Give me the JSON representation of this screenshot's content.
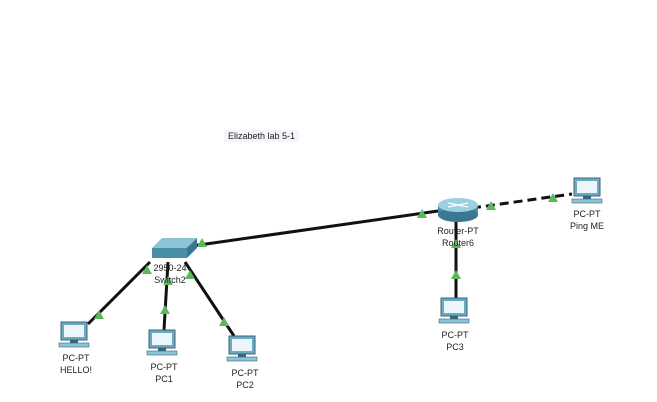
{
  "note": "Elizabeth lab 5-1",
  "colors": {
    "link": "#111111",
    "port_up": "#5cb85c",
    "device": "#4a8fa8"
  },
  "devices": [
    {
      "id": "switch",
      "model": "2950-24",
      "name": "Switch2",
      "icon": "switch-icon"
    },
    {
      "id": "router",
      "model": "Router-PT",
      "name": "Router6",
      "icon": "router-icon"
    },
    {
      "id": "pingme",
      "model": "PC-PT",
      "name": "Ping ME",
      "icon": "pc-icon"
    },
    {
      "id": "pc3",
      "model": "PC-PT",
      "name": "PC3",
      "icon": "pc-icon"
    },
    {
      "id": "hello",
      "model": "PC-PT",
      "name": "HELLO!",
      "icon": "pc-icon"
    },
    {
      "id": "pc1",
      "model": "PC-PT",
      "name": "PC1",
      "icon": "pc-icon"
    },
    {
      "id": "pc2",
      "model": "PC-PT",
      "name": "PC2",
      "icon": "pc-icon"
    }
  ],
  "links": [
    {
      "from": "switch",
      "to": "router",
      "type": "straight"
    },
    {
      "from": "switch",
      "to": "hello",
      "type": "straight"
    },
    {
      "from": "switch",
      "to": "pc1",
      "type": "straight"
    },
    {
      "from": "switch",
      "to": "pc2",
      "type": "straight"
    },
    {
      "from": "router",
      "to": "pingme",
      "type": "crossover"
    },
    {
      "from": "router",
      "to": "pc3",
      "type": "straight"
    }
  ]
}
